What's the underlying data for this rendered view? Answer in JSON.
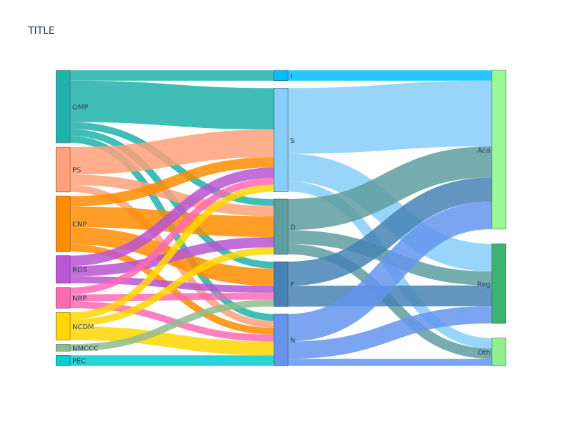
{
  "chart_data": {
    "type": "sankey",
    "title": "TITLE",
    "columns": [
      [
        "OMP",
        "PS",
        "CNP",
        "RGS",
        "NRP",
        "NCDM",
        "NMCCC",
        "PEC"
      ],
      [
        "I",
        "S",
        "D",
        "F",
        "N"
      ],
      [
        "Aca",
        "Reg",
        "Oth"
      ]
    ],
    "nodes": [
      {
        "name": "OMP",
        "color": "#20b2aa"
      },
      {
        "name": "PS",
        "color": "#ffa07a"
      },
      {
        "name": "CNP",
        "color": "#ff8c00"
      },
      {
        "name": "RGS",
        "color": "#ba55d3"
      },
      {
        "name": "NRP",
        "color": "#ff69b4"
      },
      {
        "name": "NCDM",
        "color": "#ffd700"
      },
      {
        "name": "NMCCC",
        "color": "#8fbc8f"
      },
      {
        "name": "PEC",
        "color": "#00ced1"
      },
      {
        "name": "I",
        "color": "#00bfff"
      },
      {
        "name": "S",
        "color": "#87cefa"
      },
      {
        "name": "D",
        "color": "#5f9ea0"
      },
      {
        "name": "F",
        "color": "#4682b4"
      },
      {
        "name": "N",
        "color": "#6495ed"
      },
      {
        "name": "Aca",
        "color": "#98fb98"
      },
      {
        "name": "Reg",
        "color": "#3cb371"
      },
      {
        "name": "Oth",
        "color": "#90ee90"
      }
    ],
    "links": [
      {
        "source": "OMP",
        "target": "I",
        "value": 3
      },
      {
        "source": "OMP",
        "target": "S",
        "value": 12
      },
      {
        "source": "OMP",
        "target": "D",
        "value": 2
      },
      {
        "source": "OMP",
        "target": "F",
        "value": 2
      },
      {
        "source": "OMP",
        "target": "N",
        "value": 2
      },
      {
        "source": "PS",
        "target": "S",
        "value": 8
      },
      {
        "source": "PS",
        "target": "D",
        "value": 3
      },
      {
        "source": "PS",
        "target": "N",
        "value": 2
      },
      {
        "source": "CNP",
        "target": "S",
        "value": 3
      },
      {
        "source": "CNP",
        "target": "D",
        "value": 6
      },
      {
        "source": "CNP",
        "target": "F",
        "value": 5
      },
      {
        "source": "CNP",
        "target": "N",
        "value": 2
      },
      {
        "source": "RGS",
        "target": "S",
        "value": 3
      },
      {
        "source": "RGS",
        "target": "D",
        "value": 3
      },
      {
        "source": "RGS",
        "target": "F",
        "value": 2
      },
      {
        "source": "NRP",
        "target": "S",
        "value": 2
      },
      {
        "source": "NRP",
        "target": "F",
        "value": 2
      },
      {
        "source": "NRP",
        "target": "N",
        "value": 2
      },
      {
        "source": "NCDM",
        "target": "S",
        "value": 2
      },
      {
        "source": "NCDM",
        "target": "D",
        "value": 2
      },
      {
        "source": "NCDM",
        "target": "N",
        "value": 4
      },
      {
        "source": "NMCCC",
        "target": "F",
        "value": 2
      },
      {
        "source": "PEC",
        "target": "N",
        "value": 3
      },
      {
        "source": "I",
        "target": "Aca",
        "value": 3
      },
      {
        "source": "S",
        "target": "Aca",
        "value": 19
      },
      {
        "source": "S",
        "target": "Reg",
        "value": 8
      },
      {
        "source": "S",
        "target": "Oth",
        "value": 3
      },
      {
        "source": "D",
        "target": "Aca",
        "value": 9
      },
      {
        "source": "D",
        "target": "Reg",
        "value": 4
      },
      {
        "source": "D",
        "target": "Oth",
        "value": 3
      },
      {
        "source": "F",
        "target": "Aca",
        "value": 7
      },
      {
        "source": "F",
        "target": "Reg",
        "value": 6
      },
      {
        "source": "N",
        "target": "Aca",
        "value": 8
      },
      {
        "source": "N",
        "target": "Reg",
        "value": 5
      },
      {
        "source": "N",
        "target": "Oth",
        "value": 2
      }
    ]
  }
}
